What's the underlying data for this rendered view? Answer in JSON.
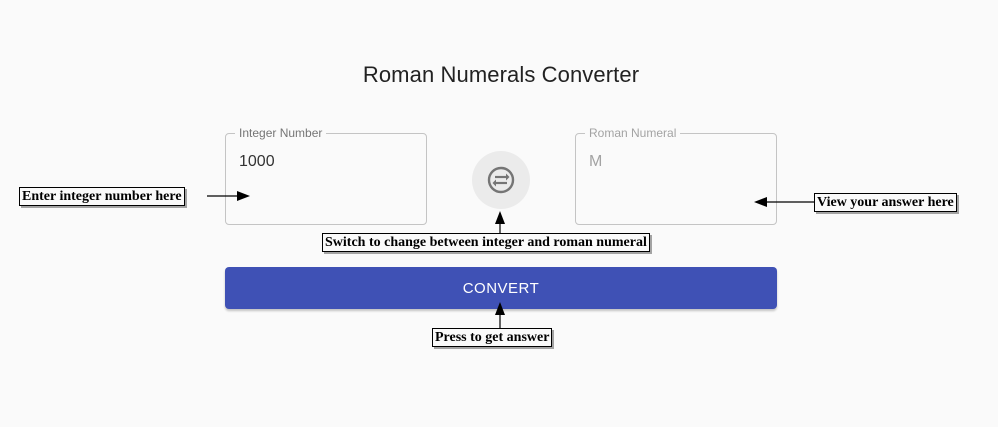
{
  "header": {
    "title": "Roman Numerals Converter"
  },
  "integer_field": {
    "label": "Integer Number",
    "value": "1000"
  },
  "roman_field": {
    "label": "Roman Numeral",
    "value": "M"
  },
  "swap_button": {
    "icon": "swap-icon"
  },
  "convert_button": {
    "label": "CONVERT"
  },
  "annotations": {
    "enter": "Enter integer number here",
    "view": "View your answer here",
    "switch": "Switch to change between integer and roman numeral",
    "press": "Press to get answer"
  },
  "colors": {
    "primary": "#3f51b5",
    "background": "#fafafa"
  }
}
